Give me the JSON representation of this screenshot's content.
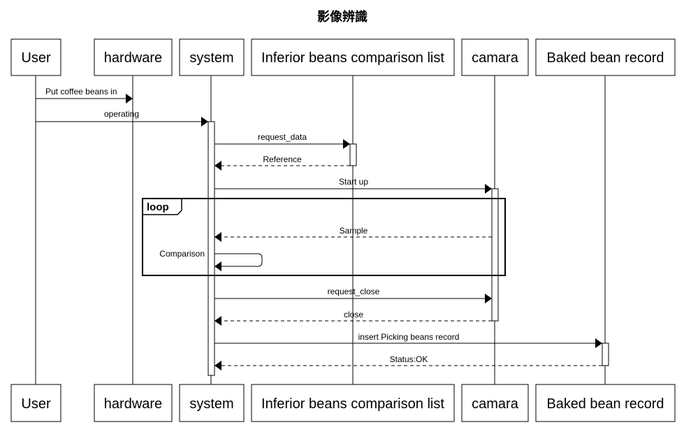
{
  "title": "影像辨識",
  "participants": [
    {
      "id": "user",
      "label": "User"
    },
    {
      "id": "hardware",
      "label": "hardware"
    },
    {
      "id": "system",
      "label": "system"
    },
    {
      "id": "inferior",
      "label": "Inferior beans comparison list"
    },
    {
      "id": "camara",
      "label": "camara"
    },
    {
      "id": "baked",
      "label": "Baked bean record"
    }
  ],
  "messages": [
    {
      "from": "user",
      "to": "hardware",
      "label": "Put coffee beans in",
      "style": "solid"
    },
    {
      "from": "user",
      "to": "system",
      "label": "operating",
      "style": "solid"
    },
    {
      "from": "system",
      "to": "inferior",
      "label": "request_data",
      "style": "solid"
    },
    {
      "from": "inferior",
      "to": "system",
      "label": "Reference",
      "style": "dashed"
    },
    {
      "from": "system",
      "to": "camara",
      "label": "Start up",
      "style": "solid"
    },
    {
      "from": "camara",
      "to": "system",
      "label": "Sample",
      "style": "dashed"
    },
    {
      "from": "system",
      "to": "system",
      "label": "Comparison",
      "style": "self"
    },
    {
      "from": "system",
      "to": "camara",
      "label": "request_close",
      "style": "solid"
    },
    {
      "from": "camara",
      "to": "system",
      "label": "close",
      "style": "dashed"
    },
    {
      "from": "system",
      "to": "baked",
      "label": "insert Picking beans record",
      "style": "solid"
    },
    {
      "from": "baked",
      "to": "system",
      "label": "Status:OK",
      "style": "dashed"
    }
  ],
  "loop_frame": {
    "label": "loop"
  }
}
